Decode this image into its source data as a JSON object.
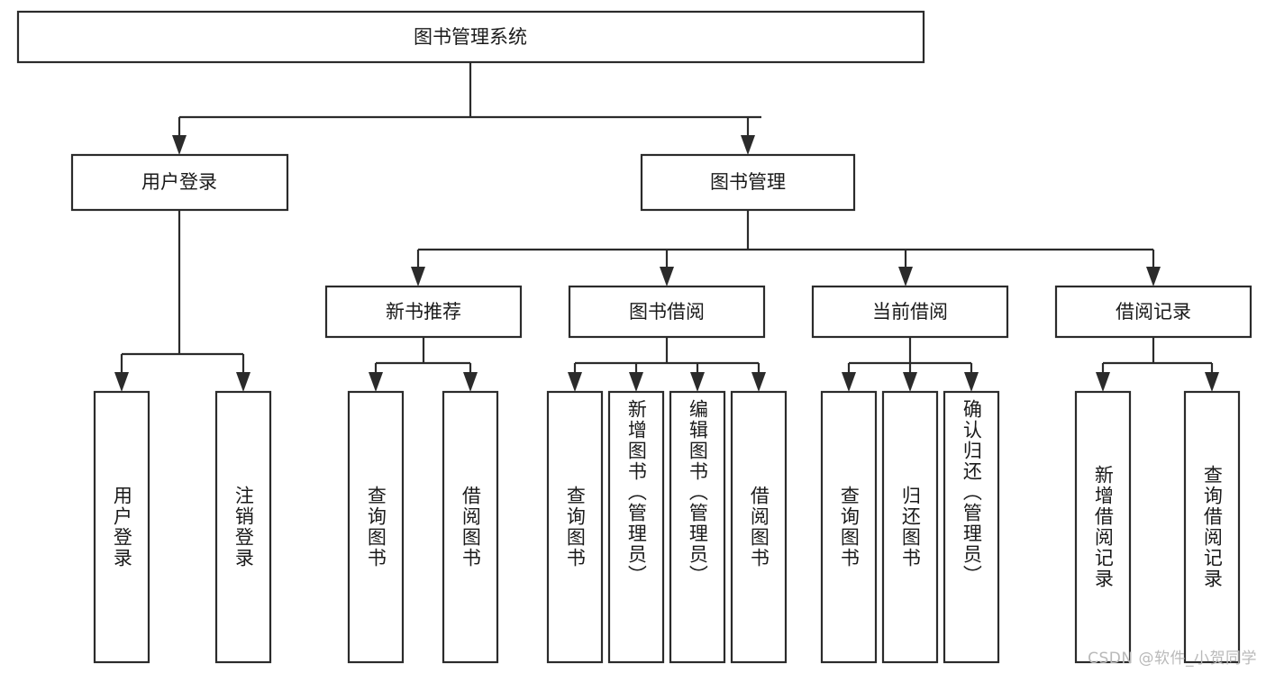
{
  "diagram": {
    "title": "图书管理系统",
    "type": "tree",
    "watermark": "CSDN @软件_小贺同学",
    "colors": {
      "box_stroke": "#2b2b2b",
      "box_fill": "#ffffff",
      "text": "#1a1a1a",
      "connector": "#2b2b2b",
      "watermark": "#b9b9b9",
      "background": "#ffffff"
    },
    "root": {
      "label": "图书管理系统"
    },
    "level2": [
      {
        "label": "用户登录"
      },
      {
        "label": "图书管理"
      }
    ],
    "level3": [
      {
        "label": "新书推荐"
      },
      {
        "label": "图书借阅"
      },
      {
        "label": "当前借阅"
      },
      {
        "label": "借阅记录"
      }
    ],
    "leaves": {
      "user_login": [
        {
          "label": "用户登录"
        },
        {
          "label": "注销登录"
        }
      ],
      "new_book_recommend": [
        {
          "label": "查询图书"
        },
        {
          "label": "借阅图书"
        }
      ],
      "book_borrow": [
        {
          "label": "查询图书"
        },
        {
          "label": "新增图书（管理员）"
        },
        {
          "label": "编辑图书（管理员）"
        },
        {
          "label": "借阅图书"
        }
      ],
      "current_borrow": [
        {
          "label": "查询图书"
        },
        {
          "label": "归还图书"
        },
        {
          "label": "确认归还（管理员）"
        }
      ],
      "borrow_record": [
        {
          "label": "新增借阅记录"
        },
        {
          "label": "查询借阅记录"
        }
      ]
    }
  }
}
